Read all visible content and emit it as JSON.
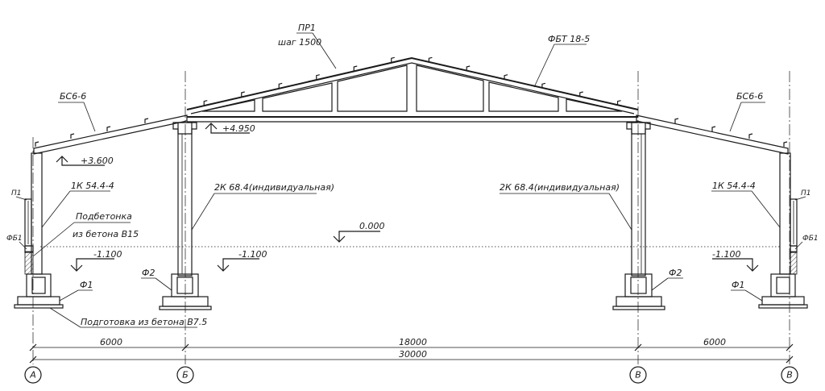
{
  "labels": {
    "purlin": "ПР1",
    "purlin_step": "шаг 1500",
    "truss": "ФБТ 18-5",
    "beam_left": "БС6-6",
    "beam_right": "БС6-6",
    "column_left": "1К 54.4-4",
    "column_right": "1К 54.4-4",
    "column_mid_left": "2К 68.4(индивидуальная)",
    "column_mid_right": "2К 68.4(индивидуальная)",
    "panel_left": "П1",
    "panel_right": "П1",
    "fb_left": "ФБ1",
    "fb_right": "ФБ1",
    "concrete_fill_1": "Подбетонка",
    "concrete_fill_2": "из бетона В15",
    "prep": "Подготовка из бетона В7.5",
    "f1_left": "Ф1",
    "f1_right": "Ф1",
    "f2_left": "Ф2",
    "f2_right": "Ф2"
  },
  "elevations": {
    "e_3600": "+3.600",
    "e_4950": "+4.950",
    "e_0000": "0.000",
    "e_m1100_a": "-1.100",
    "e_m1100_b": "-1.100",
    "e_m1100_c": "-1.100"
  },
  "dimensions": {
    "d1": "6000",
    "d2": "18000",
    "d3": "6000",
    "total": "30000"
  },
  "axes": {
    "a1": "А",
    "a2": "Б",
    "a3": "В",
    "a4": "В"
  }
}
